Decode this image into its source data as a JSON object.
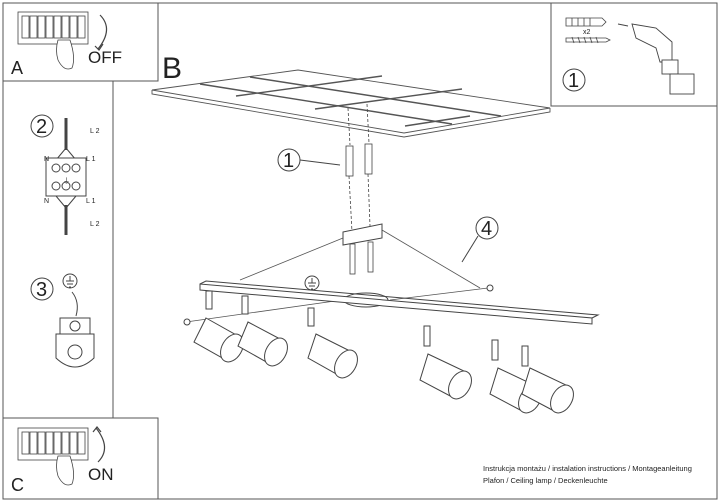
{
  "panels": {
    "a_letter": "A",
    "a_action": "OFF",
    "c_letter": "C",
    "c_action": "ON",
    "b_letter": "B"
  },
  "steps": {
    "s1": "1",
    "s2": "2",
    "s3": "3",
    "s4": "4",
    "s1_parts": "1"
  },
  "parts": {
    "quantity": "x2"
  },
  "wiring": {
    "l2_top": "L 2",
    "n_top": "N",
    "l1_top": "L 1",
    "ground": "⏚",
    "n_bottom": "N",
    "l1_bottom": "L 1",
    "l2_bottom": "L 2"
  },
  "footer": {
    "line1": "Instrukcja montażu / instalation instructions / Montageanleitung",
    "line2": "Plafon / Ceiling lamp / Deckenleuchte"
  }
}
